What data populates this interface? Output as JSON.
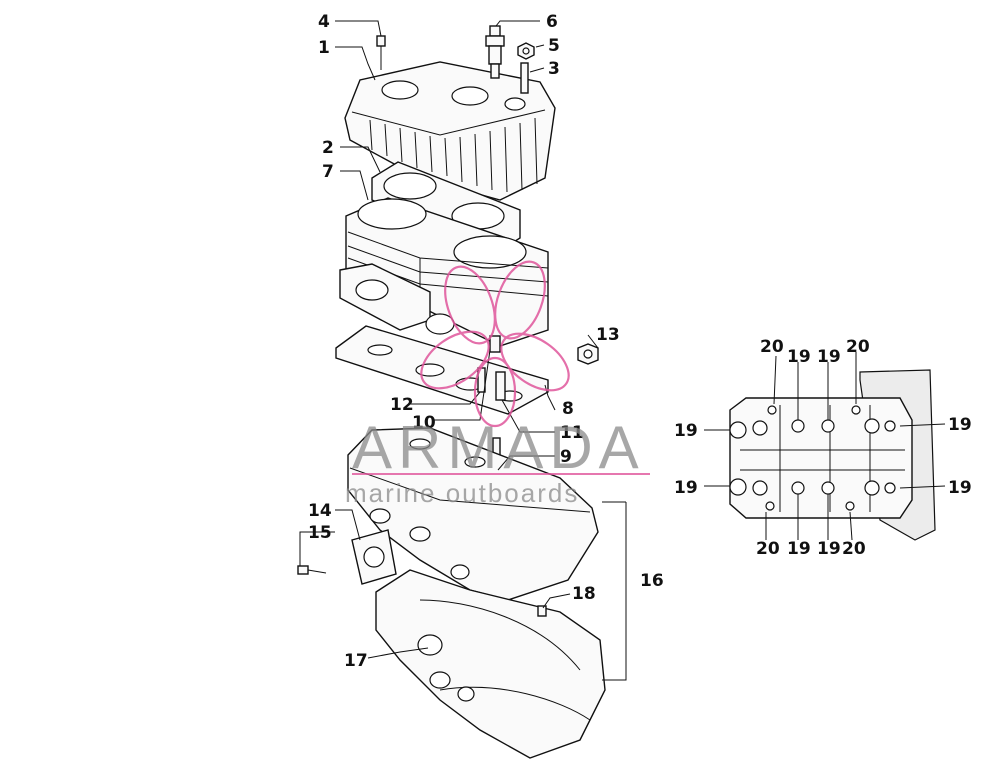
{
  "diagram": {
    "callouts": {
      "c1": "1",
      "c2": "2",
      "c3": "3",
      "c4": "4",
      "c5": "5",
      "c6": "6",
      "c7": "7",
      "c8": "8",
      "c9": "9",
      "c10": "10",
      "c11": "11",
      "c12": "12",
      "c13": "13",
      "c14": "14",
      "c15": "15",
      "c16": "16",
      "c17": "17",
      "c18": "18"
    },
    "detail_callouts": {
      "l19a": "19",
      "l19b": "19",
      "r19a": "19",
      "r19b": "19",
      "t19a": "19",
      "t19b": "19",
      "b19a": "19",
      "b19b": "19",
      "t20a": "20",
      "t20b": "20",
      "b20a": "20",
      "b20b": "20"
    }
  },
  "watermark": {
    "brand": "ARMADA",
    "tagline": "marine outboards",
    "logo_color": "#e0569c"
  }
}
